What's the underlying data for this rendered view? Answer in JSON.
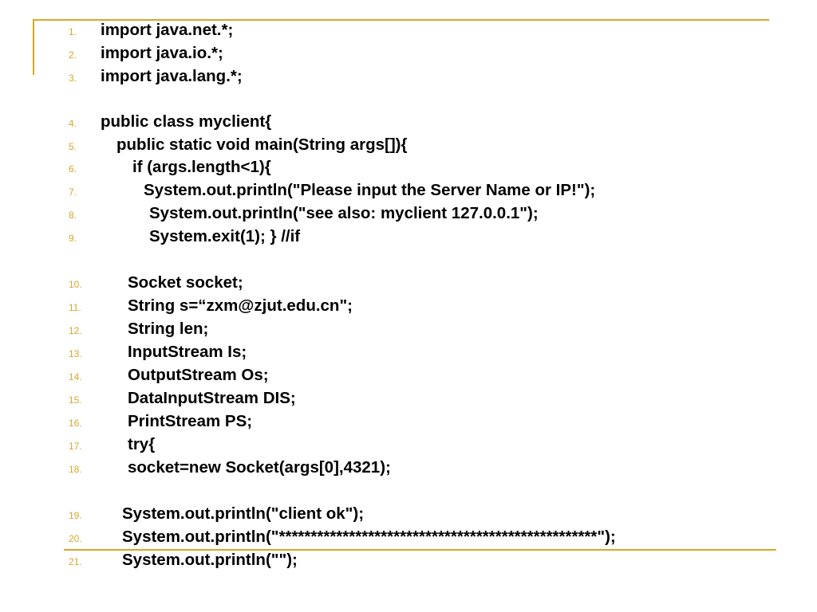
{
  "accent_color": "#d8a72a",
  "lines": [
    {
      "num": "1.",
      "code": "import java.net.*;"
    },
    {
      "num": "2.",
      "code": "import java.io.*;"
    },
    {
      "num": "3.",
      "code": "import java.lang.*;"
    },
    {
      "num": "4.",
      "code": "public class myclient{"
    },
    {
      "num": "5.",
      "code": "public static void main(String args[]){"
    },
    {
      "num": "6.",
      "code": "if (args.length<1){"
    },
    {
      "num": "7.",
      "code": "System.out.println(\"Please input the Server Name or IP!\");"
    },
    {
      "num": "8.",
      "code": "System.out.println(\"see also: myclient 127.0.0.1\");"
    },
    {
      "num": "9.",
      "code": "System.exit(1); } //if"
    },
    {
      "num": "10.",
      "code": "Socket socket;"
    },
    {
      "num": "11.",
      "code": "String s=“zxm@zjut.edu.cn\";"
    },
    {
      "num": "12.",
      "code": "String len;"
    },
    {
      "num": "13.",
      "code": "InputStream Is;"
    },
    {
      "num": "14.",
      "code": "OutputStream Os;"
    },
    {
      "num": "15.",
      "code": "DataInputStream DIS;"
    },
    {
      "num": "16.",
      "code": "PrintStream PS;"
    },
    {
      "num": "17.",
      "code": "try{"
    },
    {
      "num": "18.",
      "code": "socket=new Socket(args[0],4321);"
    },
    {
      "num": "19.",
      "code": "System.out.println(\"client ok\");"
    },
    {
      "num": "20.",
      "code": "System.out.println(\"**************************************************\");"
    },
    {
      "num": "21.",
      "code": "System.out.println(\"\");"
    }
  ]
}
